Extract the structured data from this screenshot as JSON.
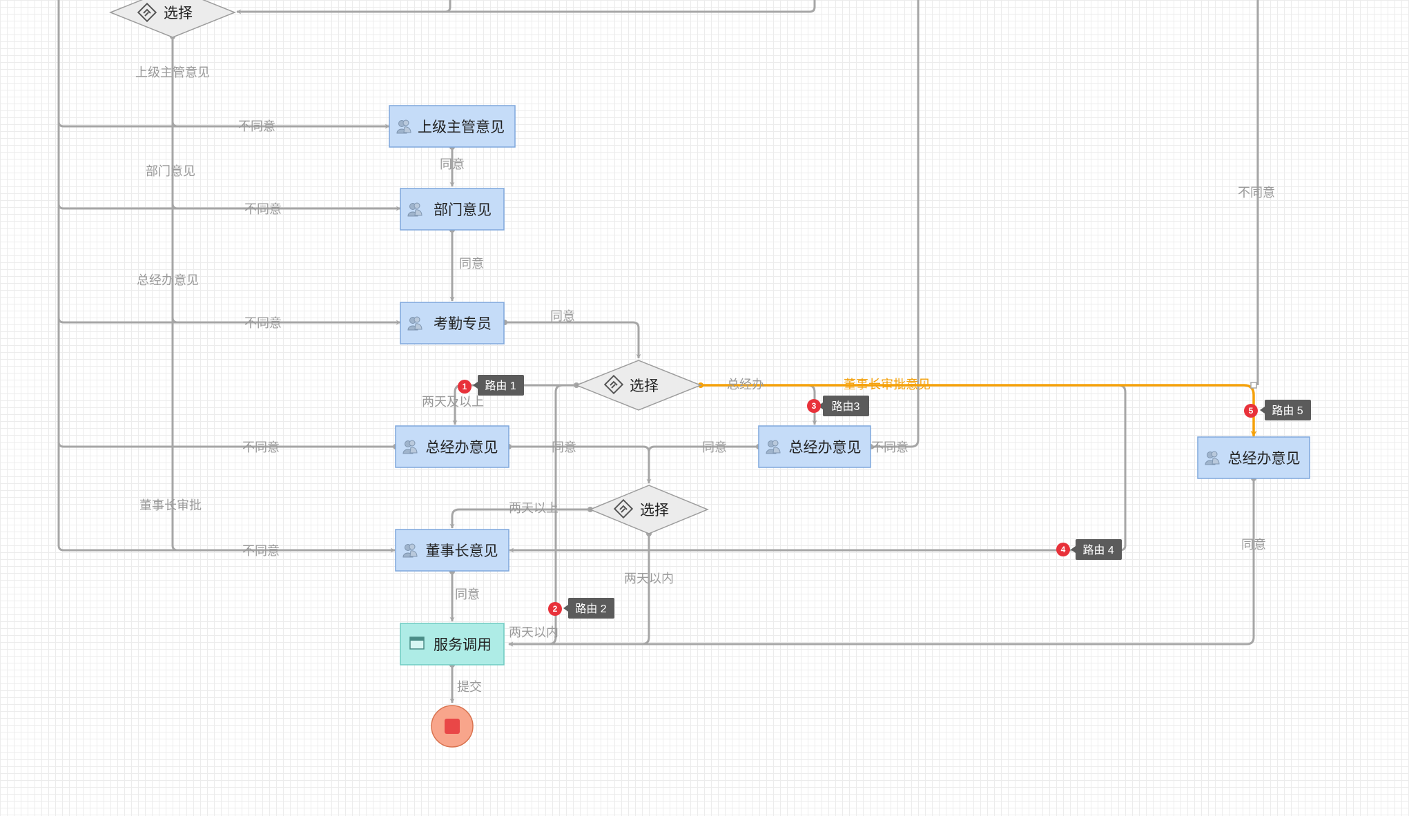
{
  "nodes": {
    "gateway_top": {
      "label": "选择",
      "type": "gateway"
    },
    "supervisor": {
      "label": "上级主管意见",
      "type": "user-task"
    },
    "department": {
      "label": "部门意见",
      "type": "user-task"
    },
    "attendance": {
      "label": "考勤专员",
      "type": "user-task"
    },
    "gateway_mid": {
      "label": "选择",
      "type": "gateway"
    },
    "gm_office_left": {
      "label": "总经办意见",
      "type": "user-task"
    },
    "gm_office_center": {
      "label": "总经办意见",
      "type": "user-task"
    },
    "gm_office_right": {
      "label": "总经办意见",
      "type": "user-task"
    },
    "gateway_low": {
      "label": "选择",
      "type": "gateway"
    },
    "chairman": {
      "label": "董事长意见",
      "type": "user-task"
    },
    "service_call": {
      "label": "服务调用",
      "type": "service-task"
    },
    "end": {
      "label": "",
      "type": "end-event"
    }
  },
  "edge_labels": {
    "supervisor_opinion": "上级主管意见",
    "dept_opinion": "部门意见",
    "gm_opinion": "总经办意见",
    "chairman_approval": "董事长审批",
    "disagree_1": "不同意",
    "disagree_2": "不同意",
    "disagree_3": "不同意",
    "disagree_4": "不同意",
    "disagree_5": "不同意",
    "disagree_center": "不同意",
    "disagree_right": "不同意",
    "agree_1": "同意",
    "agree_2": "同意",
    "agree_3": "同意",
    "agree_4": "同意",
    "agree_5": "同意",
    "agree_6": "同意",
    "agree_right": "同意",
    "two_days_plus": "两天及以上",
    "gm_branch": "总经办",
    "chairman_hl": "董事长审批意见",
    "two_days_above": "两天以上",
    "within_two_days_1": "两天以内",
    "within_two_days_2": "两天以内",
    "submit": "提交"
  },
  "routes": [
    {
      "num": "1",
      "label": "路由 1"
    },
    {
      "num": "2",
      "label": "路由 2"
    },
    {
      "num": "3",
      "label": "路由3"
    },
    {
      "num": "4",
      "label": "路由 4"
    },
    {
      "num": "5",
      "label": "路由 5"
    }
  ],
  "icons": {
    "user_task": "user-group-icon",
    "service_task": "window-icon",
    "gateway": "gateway-icon",
    "end": "stop-icon"
  },
  "colors": {
    "task_fill": "#c5dcf8",
    "service_fill": "#aeece6",
    "edge": "#a6a6a6",
    "highlight": "#f5a10a",
    "route_badge": "#e8313a",
    "route_tag": "#5b5b5b",
    "end_fill": "#f8a58b",
    "end_core": "#e94747"
  }
}
